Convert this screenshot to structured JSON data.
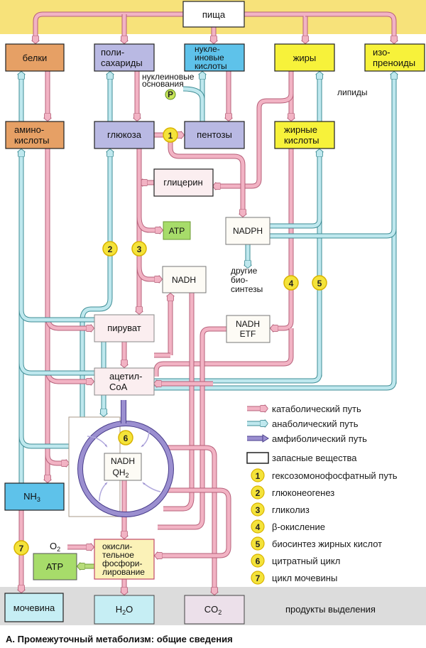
{
  "colors": {
    "catabolic": "#f2b3c4",
    "catabolic_edge": "#b7607a",
    "anabolic": "#bfe8ee",
    "anabolic_edge": "#3e8d95",
    "amphibolic": "#9b8fd0",
    "amphibolic_edge": "#4a3e8c",
    "top_band": "#f7e27a",
    "bottom_band": "#d8d8d8",
    "step_marker": "#f4e33a"
  },
  "nodes": {
    "food": "пища",
    "proteins": "белки",
    "polysaccharides_1": "поли-",
    "polysaccharides_2": "сахариды",
    "nucleic_acids_1": "нукле-",
    "nucleic_acids_2": "иновые",
    "nucleic_acids_3": "кислоты",
    "fats": "жиры",
    "isoprenoids_1": "изо-",
    "isoprenoids_2": "преноиды",
    "nucleobases_1": "нуклеиновые",
    "nucleobases_2": "основания",
    "phosphate": "P",
    "lipids": "липиды",
    "amino_acids_1": "амино-",
    "amino_acids_2": "кислоты",
    "glucose": "глюкоза",
    "pentoses": "пентозы",
    "fatty_acids_1": "жирные",
    "fatty_acids_2": "кислоты",
    "glycerol": "глицерин",
    "atp_top": "ATP",
    "nadph": "NADPH",
    "other_biosynth_1": "другие",
    "other_biosynth_2": "био-",
    "other_biosynth_3": "синтезы",
    "nadh": "NADH",
    "pyruvate": "пируват",
    "nadh_etf_1": "NADH",
    "nadh_etf_2": "ETF",
    "acetyl_coa_1": "ацетил-",
    "acetyl_coa_2": "CoA",
    "cycle_nadh": "NADH",
    "cycle_qh2": "QH",
    "cycle_qh2_sub": "2",
    "nh3": "NH",
    "nh3_sub": "3",
    "o2": "O",
    "o2_sub": "2",
    "ox_phos_1": "окисли-",
    "ox_phos_2": "тельное",
    "ox_phos_3": "фосфори-",
    "ox_phos_4": "лирование",
    "atp_bottom": "ATP",
    "urea": "мочевина",
    "water": "H",
    "water_sub": "2",
    "water_tail": "O",
    "co2": "CO",
    "co2_sub": "2",
    "excretion": "продукты выделения"
  },
  "steps": [
    "1",
    "2",
    "3",
    "4",
    "5",
    "6",
    "7"
  ],
  "legend": {
    "catabolic": "катаболический путь",
    "anabolic": "анаболический путь",
    "amphibolic": "амфиболический путь",
    "storage": "запасные вещества",
    "items": [
      {
        "num": "1",
        "label": "гексозомонофосфатный путь"
      },
      {
        "num": "2",
        "label": "глюконеогенез"
      },
      {
        "num": "3",
        "label": "гликолиз"
      },
      {
        "num": "4",
        "label": "β-окисление"
      },
      {
        "num": "5",
        "label": "биосинтез жирных кислот"
      },
      {
        "num": "6",
        "label": "цитратный цикл"
      },
      {
        "num": "7",
        "label": "цикл мочевины"
      }
    ]
  },
  "caption": "А. Промежуточный метаболизм: общие сведения"
}
